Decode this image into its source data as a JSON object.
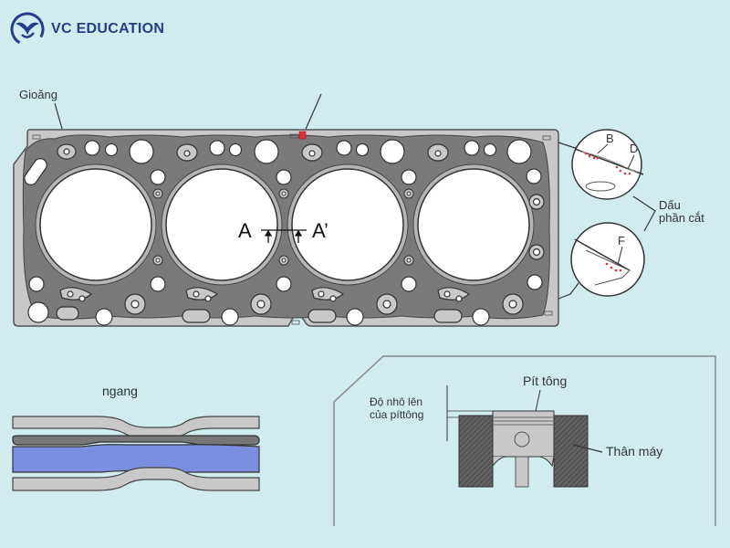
{
  "brand": {
    "name": "VC EDUCATION",
    "color": "#243e8c"
  },
  "diagram": {
    "gasket_label": "Gioăng",
    "section_marks": {
      "left": "A",
      "right": "A’"
    },
    "detail_labels": {
      "b": "B",
      "d": "D",
      "f": "F"
    },
    "cut_mark_label_line1": "Dấu",
    "cut_mark_label_line2": "phần cắt",
    "cross_section_label": "ngang",
    "piston_label": "Pít tông",
    "protrusion_label_line1": "Độ nhô lên",
    "protrusion_label_line2": "của píttông",
    "block_label": "Thân máy"
  },
  "colors": {
    "background": "#d0ecef",
    "gasket_light": "#c8c8c8",
    "gasket_dark": "#7a7a7a",
    "cut_mark": "#d9363e",
    "blue_layer": "#7b8fe0"
  }
}
